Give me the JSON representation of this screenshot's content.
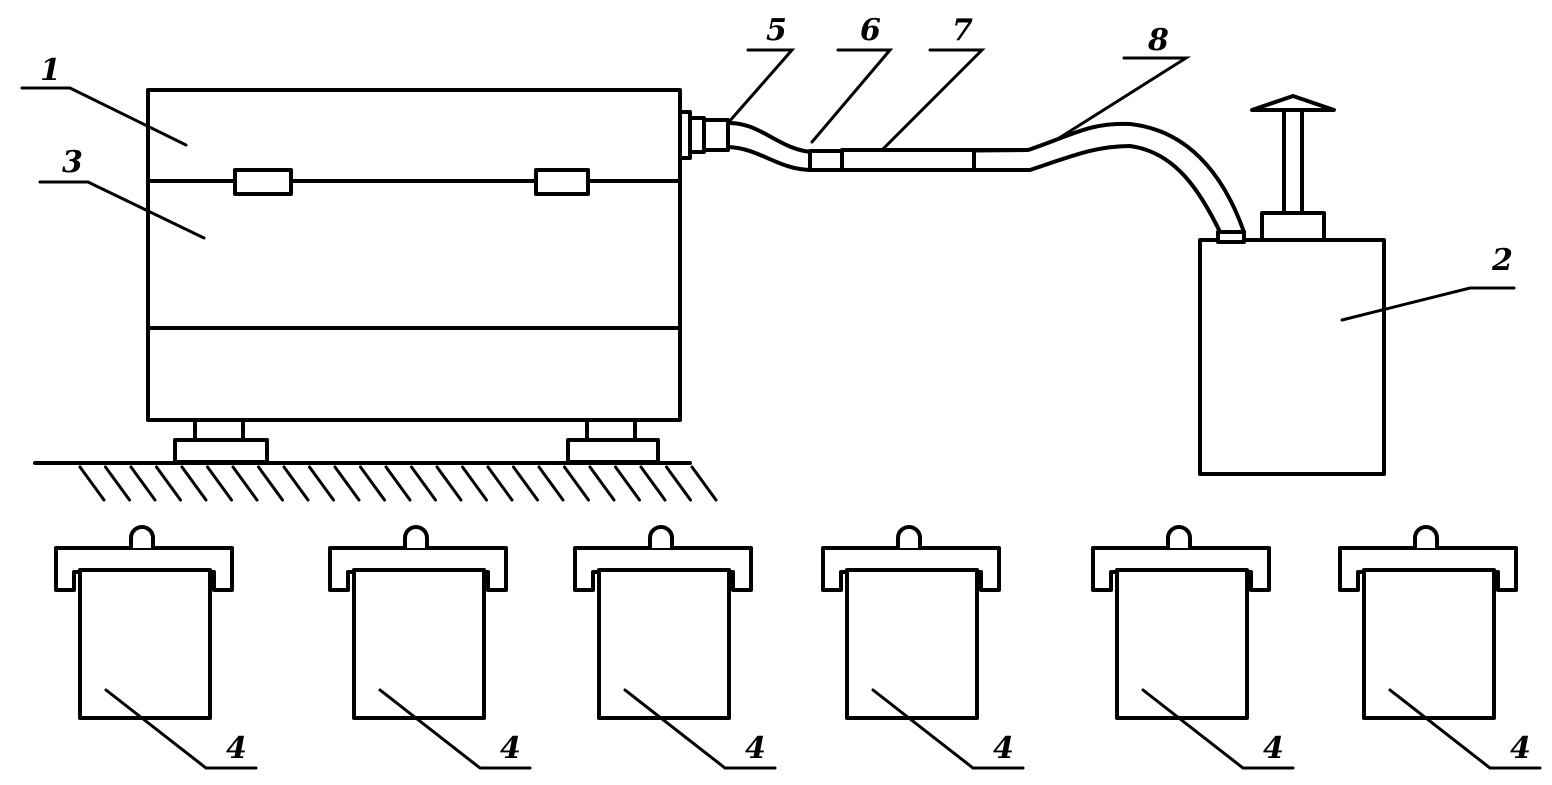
{
  "labels": {
    "part_1": "1",
    "part_2": "2",
    "part_3": "3",
    "part_5": "5",
    "part_6": "6",
    "part_7": "7",
    "part_8": "8",
    "part_4": [
      "4",
      "4",
      "4",
      "4",
      "4",
      "4"
    ]
  },
  "colors": {
    "ink": "#000000",
    "background": "#ffffff"
  }
}
